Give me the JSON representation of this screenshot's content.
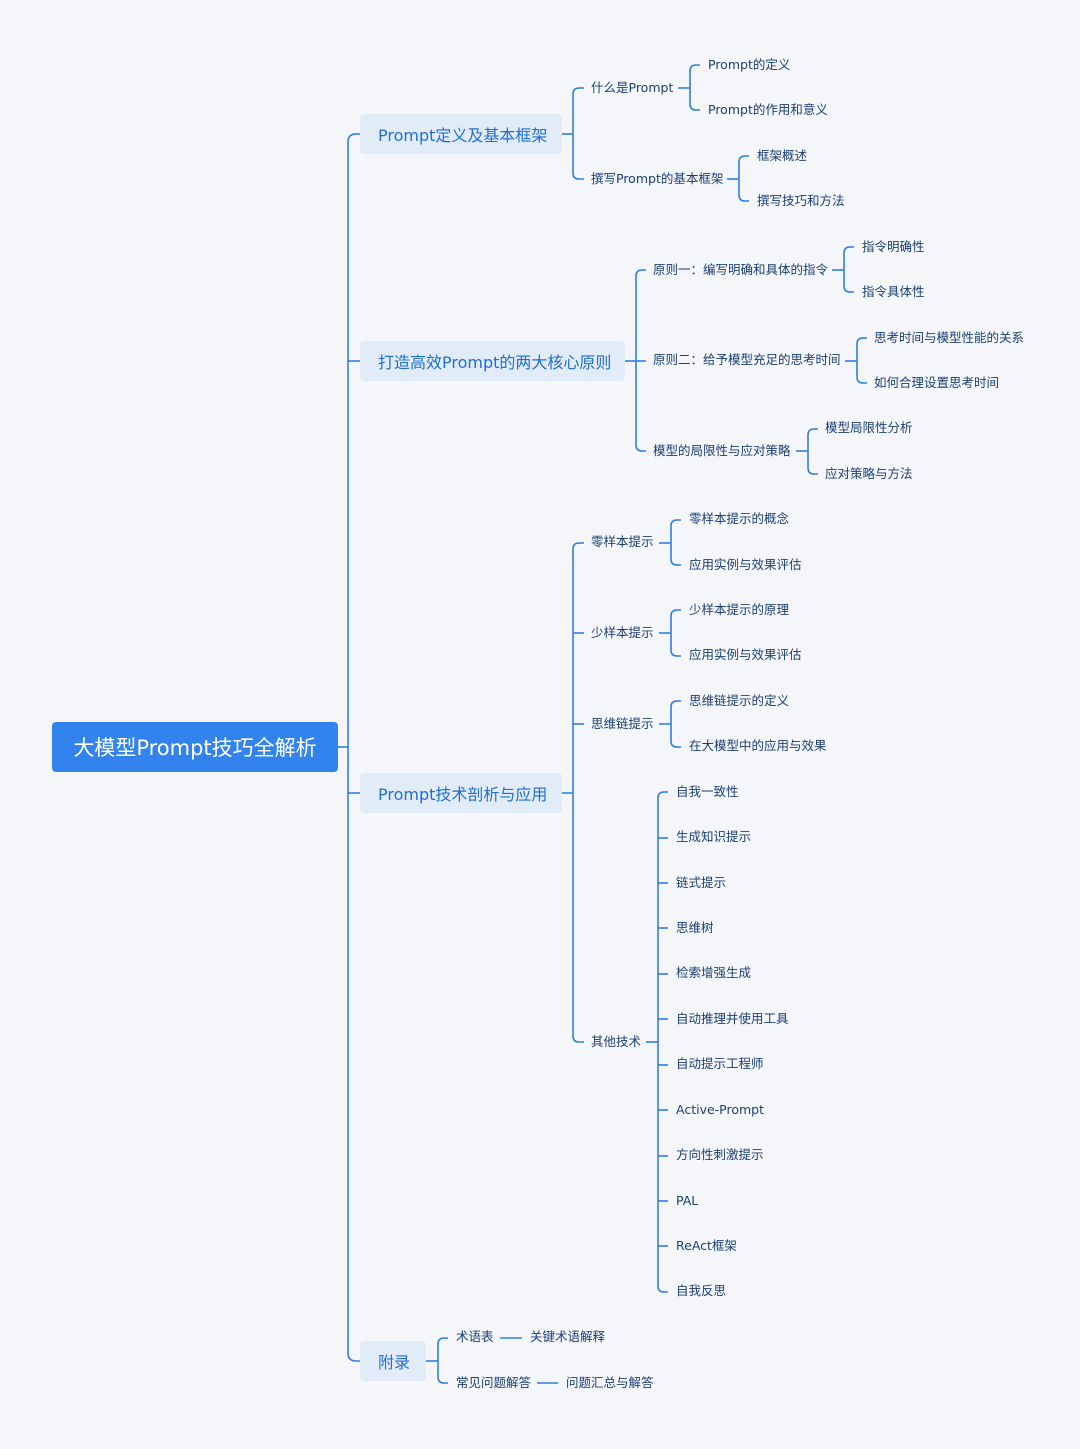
{
  "root": {
    "label": "大模型Prompt技巧全解析"
  },
  "colors": {
    "background": "#f4f6fa",
    "line": "#2f7ee5",
    "root_fill": "#3383ee",
    "branch_fill": "#e2ebf8",
    "branch_text": "#1f6fd6",
    "leaf_text": "#1c3f73"
  },
  "branches": [
    {
      "label": "Prompt定义及基本框架",
      "children": [
        {
          "label": "什么是Prompt",
          "children": [
            "Prompt的定义",
            "Prompt的作用和意义"
          ]
        },
        {
          "label": "撰写Prompt的基本框架",
          "children": [
            "框架概述",
            "撰写技巧和方法"
          ]
        }
      ]
    },
    {
      "label": "打造高效Prompt的两大核心原则",
      "children": [
        {
          "label": "原则一：编写明确和具体的指令",
          "children": [
            "指令明确性",
            "指令具体性"
          ]
        },
        {
          "label": "原则二：给予模型充足的思考时间",
          "children": [
            "思考时间与模型性能的关系",
            "如何合理设置思考时间"
          ]
        },
        {
          "label": "模型的局限性与应对策略",
          "children": [
            "模型局限性分析",
            "应对策略与方法"
          ]
        }
      ]
    },
    {
      "label": "Prompt技术剖析与应用",
      "children": [
        {
          "label": "零样本提示",
          "children": [
            "零样本提示的概念",
            "应用实例与效果评估"
          ]
        },
        {
          "label": "少样本提示",
          "children": [
            "少样本提示的原理",
            "应用实例与效果评估"
          ]
        },
        {
          "label": "思维链提示",
          "children": [
            "思维链提示的定义",
            "在大模型中的应用与效果"
          ]
        },
        {
          "label": "其他技术",
          "children": [
            "自我一致性",
            "生成知识提示",
            "链式提示",
            "思维树",
            "检索增强生成",
            "自动推理并使用工具",
            "自动提示工程师",
            "Active-Prompt",
            "方向性刺激提示",
            "PAL",
            "ReAct框架",
            "自我反思"
          ]
        }
      ]
    },
    {
      "label": "附录",
      "children": [
        {
          "label": "术语表",
          "children": [
            "关键术语解释"
          ]
        },
        {
          "label": "常见问题解答",
          "children": [
            "问题汇总与解答"
          ]
        }
      ]
    }
  ]
}
